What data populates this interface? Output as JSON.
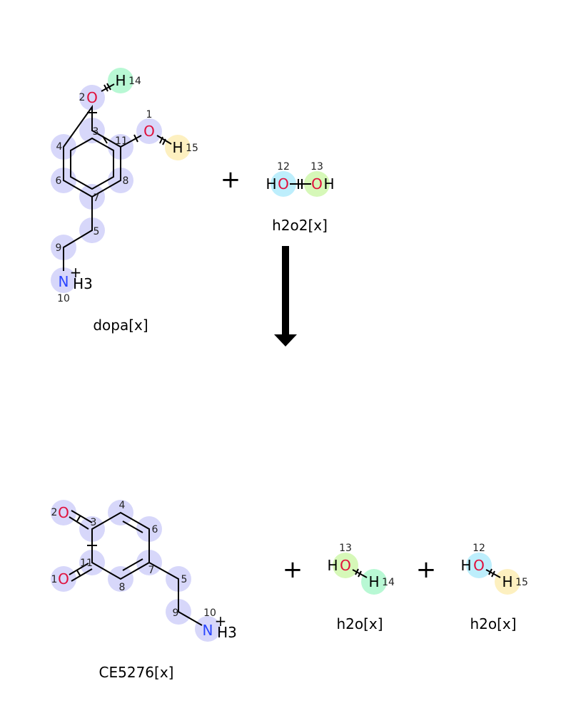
{
  "reactants": [
    {
      "name": "dopa[x]",
      "atoms": {
        "O2": "O",
        "H14": "H",
        "O1": "O",
        "H15": "H",
        "N10": "N",
        "H3": "H3",
        "charge": "+"
      },
      "numbers": {
        "n1": "1",
        "n2": "2",
        "n3": "3",
        "n4": "4",
        "n5": "5",
        "n6": "6",
        "n7": "7",
        "n8": "8",
        "n9": "9",
        "n10": "10",
        "n11": "11",
        "n14": "14",
        "n15": "15"
      }
    },
    {
      "name": "h2o2[x]",
      "atoms": {
        "H_a": "H",
        "O12": "O",
        "O13": "O",
        "H_b": "H"
      },
      "numbers": {
        "n12": "12",
        "n13": "13"
      }
    }
  ],
  "products": [
    {
      "name": "CE5276[x]",
      "atoms": {
        "O2": "O",
        "O1": "O",
        "N10": "N",
        "H3": "H3",
        "charge": "+"
      },
      "numbers": {
        "n1": "1",
        "n2": "2",
        "n3": "3",
        "n4": "4",
        "n5": "5",
        "n6": "6",
        "n7": "7",
        "n8": "8",
        "n9": "9",
        "n10": "10",
        "n11": "11"
      }
    },
    {
      "name": "h2o[x]",
      "atoms": {
        "H_a": "H",
        "O13": "O",
        "H14": "H"
      },
      "numbers": {
        "n13": "13",
        "n14": "14"
      }
    },
    {
      "name": "h2o[x]",
      "atoms": {
        "H_a": "H",
        "O12": "O",
        "H15": "H"
      },
      "numbers": {
        "n12": "12",
        "n15": "15"
      }
    }
  ],
  "operators": {
    "plus": "+"
  },
  "colors": {
    "halo": "#d7d7fa",
    "h14": "#b8f8d4",
    "h15": "#fdf0c0",
    "o12": "#bdeefc",
    "o13": "#d6f8b8",
    "oxygen": "#e0103c",
    "nitrogen": "#2a45ff"
  }
}
